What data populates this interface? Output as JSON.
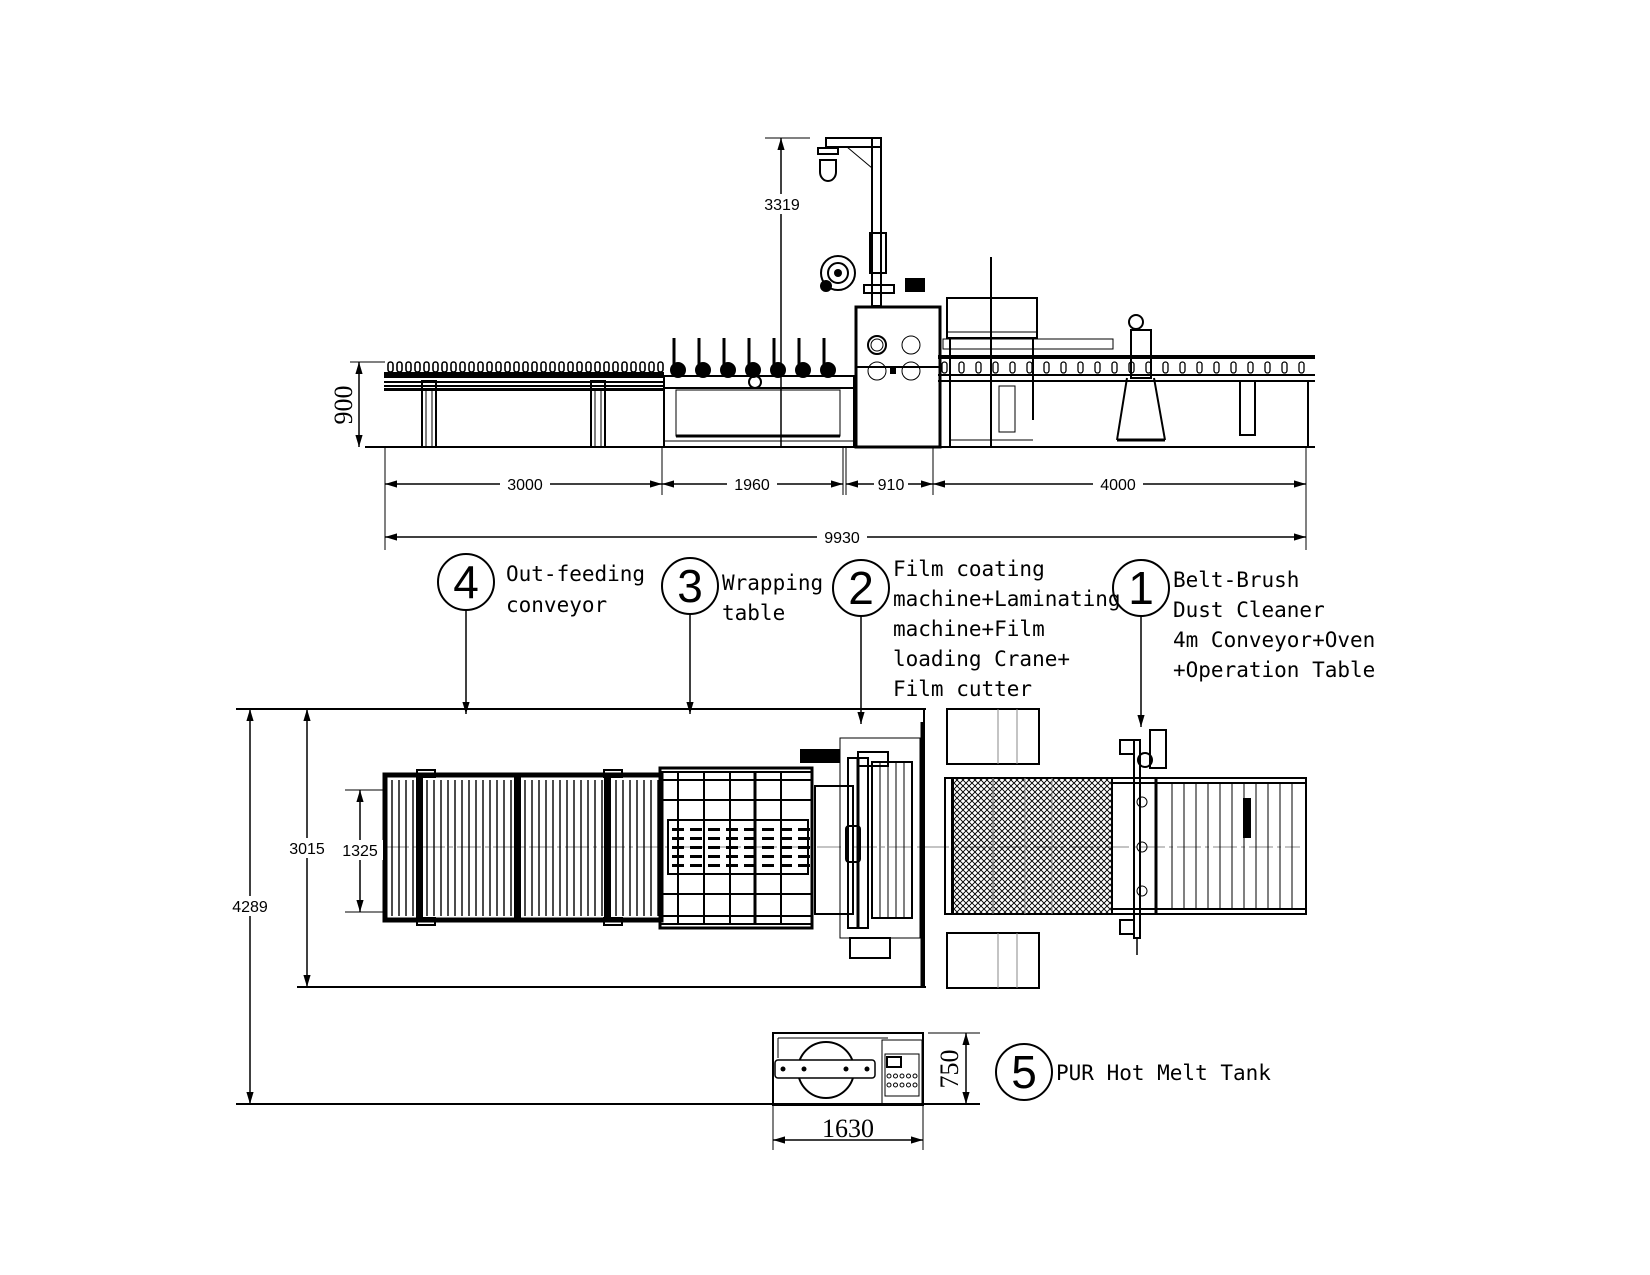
{
  "drawing": {
    "elevation_view": {
      "dimensions": {
        "height_crane": "3319",
        "height_conveyor": "900",
        "length_outfeed": "3000",
        "length_wrapping": "1960",
        "length_coating": "910",
        "length_cleaner": "4000",
        "length_total": "9930"
      }
    },
    "callouts": [
      {
        "number": "4",
        "lines": [
          "Out-feeding",
          "conveyor"
        ]
      },
      {
        "number": "3",
        "lines": [
          "Wrapping",
          "table"
        ]
      },
      {
        "number": "2",
        "lines": [
          "Film coating",
          "machine+Laminating",
          "machine+Film",
          "loading Crane+",
          "Film cutter"
        ]
      },
      {
        "number": "1",
        "lines": [
          "Belt-Brush",
          "Dust Cleaner",
          "4m Conveyor+Oven",
          "+Operation Table"
        ]
      },
      {
        "number": "5",
        "lines": [
          "PUR Hot Melt Tank"
        ]
      }
    ],
    "plan_view": {
      "dimensions": {
        "overall_width": "4289",
        "machine_width": "3015",
        "conveyor_width": "1325",
        "tank_depth": "750",
        "tank_length": "1630"
      }
    }
  }
}
